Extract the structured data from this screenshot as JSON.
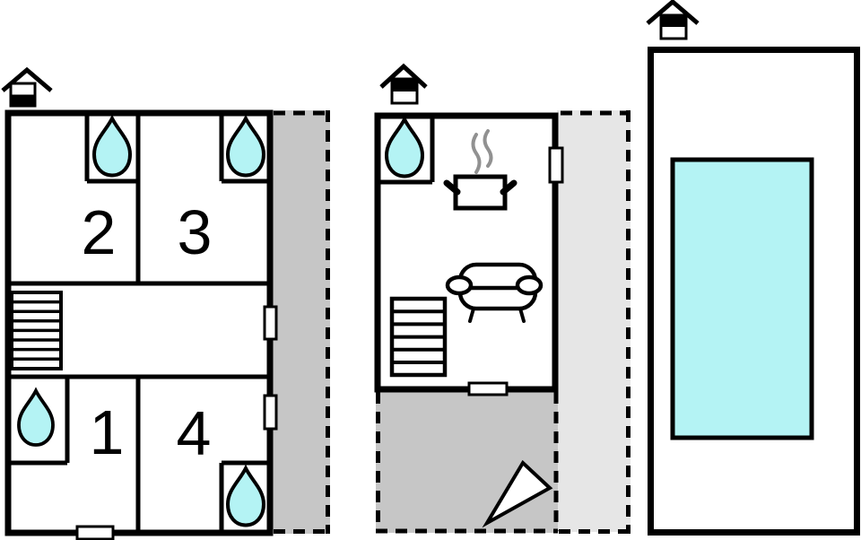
{
  "floorplan": {
    "rooms": {
      "room1": "1",
      "room2": "2",
      "room3": "3",
      "room4": "4"
    },
    "colors": {
      "water": "#b4f3f4",
      "terrace_dark": "#c6c6c6",
      "terrace_light": "#e6e6e6",
      "wall": "#000000",
      "steam": "#919191",
      "background": "#ffffff"
    }
  }
}
